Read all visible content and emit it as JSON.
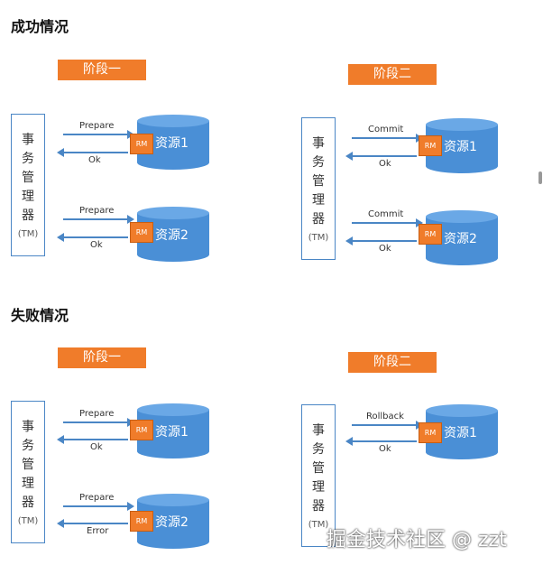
{
  "sections": [
    {
      "title": "成功情况"
    },
    {
      "title": "失败情况"
    }
  ],
  "phase1": "阶段一",
  "phase2": "阶段二",
  "tm": {
    "chars": [
      "事",
      "务",
      "管",
      "理",
      "器"
    ],
    "sub": "(TM)"
  },
  "rm": "RM",
  "resources": [
    "资源1",
    "资源2"
  ],
  "messages": {
    "prepare": "Prepare",
    "ok": "Ok",
    "commit": "Commit",
    "rollback": "Rollback",
    "error": "Error"
  },
  "watermark": "掘金技术社区 @ zzt",
  "colors": {
    "phase": "#f07c2a",
    "tm_border": "#4a86c5",
    "cylinder": "#4a8fd6",
    "arrow": "#4a86c5"
  }
}
